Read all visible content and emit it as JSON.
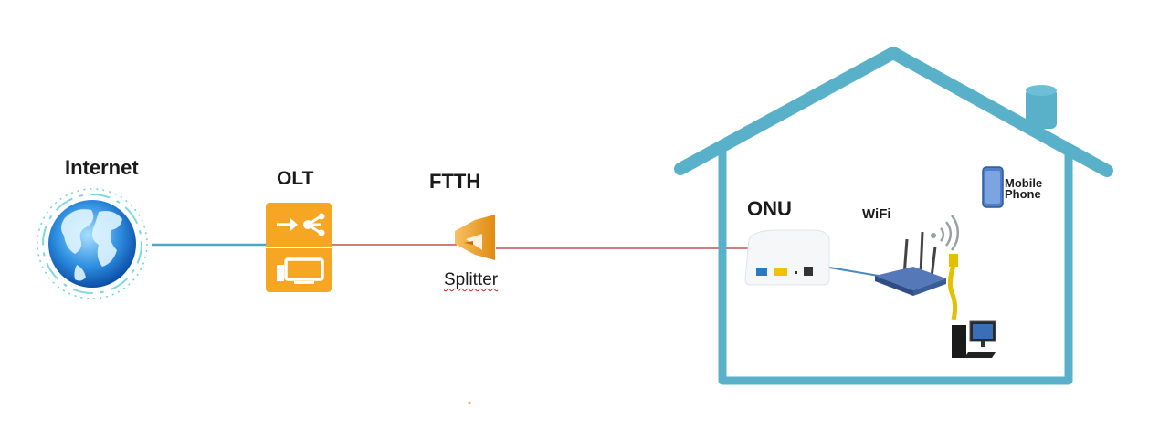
{
  "labels": {
    "internet": "Internet",
    "olt": "OLT",
    "ftth": "FTTH",
    "splitter": "Splitter",
    "onu": "ONU",
    "wifi": "WiFi",
    "mobile_line1": "Mobile",
    "mobile_line2": "Phone"
  },
  "colors": {
    "house": "#58b1c9",
    "fiber": "#c0504d",
    "uplink": "#4aa8c0",
    "olt": "#f6a623",
    "ethernet": "#e5c000",
    "router": "#4a6aa8"
  },
  "icons": [
    "globe-icon",
    "olt-icon",
    "splitter-icon",
    "onu-icon",
    "router-icon",
    "wifi-signal-icon",
    "mobile-phone-icon",
    "desktop-computer-icon",
    "ethernet-cable-icon",
    "house-icon"
  ]
}
